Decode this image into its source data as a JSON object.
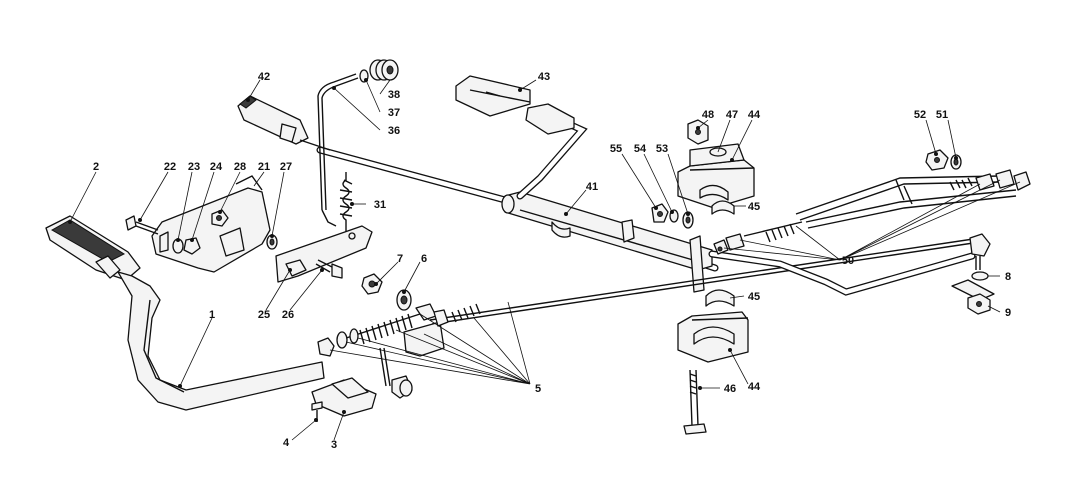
{
  "labels": [
    {
      "id": "l1",
      "text": "1"
    },
    {
      "id": "l2",
      "text": "2"
    },
    {
      "id": "l3",
      "text": "3"
    },
    {
      "id": "l4",
      "text": "4"
    },
    {
      "id": "l5",
      "text": "5"
    },
    {
      "id": "l6",
      "text": "6"
    },
    {
      "id": "l7",
      "text": "7"
    },
    {
      "id": "l8",
      "text": "8"
    },
    {
      "id": "l9",
      "text": "9"
    },
    {
      "id": "l21",
      "text": "21"
    },
    {
      "id": "l22",
      "text": "22"
    },
    {
      "id": "l23",
      "text": "23"
    },
    {
      "id": "l24",
      "text": "24"
    },
    {
      "id": "l25",
      "text": "25"
    },
    {
      "id": "l26",
      "text": "26"
    },
    {
      "id": "l27",
      "text": "27"
    },
    {
      "id": "l28",
      "text": "28"
    },
    {
      "id": "l31",
      "text": "31"
    },
    {
      "id": "l36",
      "text": "36"
    },
    {
      "id": "l37",
      "text": "37"
    },
    {
      "id": "l38",
      "text": "38"
    },
    {
      "id": "l41",
      "text": "41"
    },
    {
      "id": "l42",
      "text": "42"
    },
    {
      "id": "l43",
      "text": "43"
    },
    {
      "id": "l44a",
      "text": "44"
    },
    {
      "id": "l44b",
      "text": "44"
    },
    {
      "id": "l45a",
      "text": "45"
    },
    {
      "id": "l45b",
      "text": "45"
    },
    {
      "id": "l46",
      "text": "46"
    },
    {
      "id": "l47",
      "text": "47"
    },
    {
      "id": "l48",
      "text": "48"
    },
    {
      "id": "l50",
      "text": "50"
    },
    {
      "id": "l51",
      "text": "51"
    },
    {
      "id": "l52",
      "text": "52"
    },
    {
      "id": "l53",
      "text": "53"
    },
    {
      "id": "l54",
      "text": "54"
    },
    {
      "id": "l55",
      "text": "55"
    }
  ]
}
